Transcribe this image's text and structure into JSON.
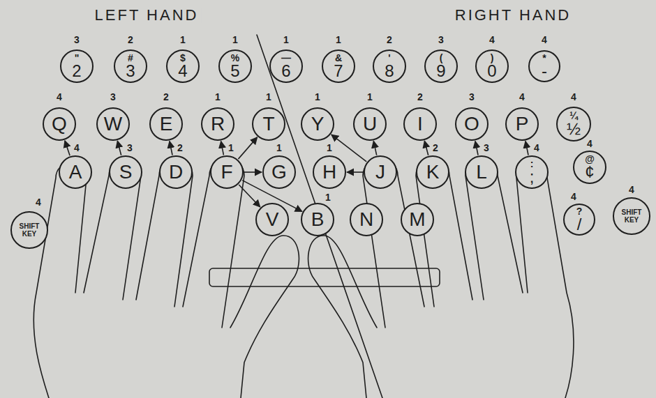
{
  "diagram": {
    "nodes": [
      {
        "text": [
          "\"",
          "2"
        ]
      },
      {
        "text": [
          "#",
          "3"
        ]
      },
      {
        "text": [
          "$",
          "4"
        ]
      },
      {
        "text": [
          "%",
          "5"
        ]
      },
      {
        "text": [
          "—",
          "6"
        ]
      },
      {
        "text": [
          "&",
          "7"
        ]
      },
      {
        "text": [
          "'",
          "8"
        ]
      },
      {
        "text": [
          "(",
          "9"
        ]
      },
      {
        "text": [
          ")",
          "0"
        ]
      },
      {
        "text": [
          "*",
          "-"
        ]
      },
      {
        "text": [
          "Q"
        ]
      },
      {
        "text": [
          "W"
        ]
      },
      {
        "text": [
          "E"
        ]
      },
      {
        "text": [
          "R"
        ]
      },
      {
        "text": [
          "T"
        ]
      },
      {
        "text": [
          "Y"
        ]
      },
      {
        "text": [
          "U"
        ]
      },
      {
        "text": [
          "I"
        ]
      },
      {
        "text": [
          "O"
        ]
      },
      {
        "text": [
          "P"
        ]
      },
      {
        "text": [
          "¼",
          "½"
        ]
      },
      {
        "text": [
          "A"
        ]
      },
      {
        "text": [
          "S"
        ]
      },
      {
        "text": [
          "D"
        ]
      },
      {
        "text": [
          "F"
        ]
      },
      {
        "text": [
          "G"
        ]
      },
      {
        "text": [
          "H"
        ]
      },
      {
        "text": [
          "J"
        ]
      },
      {
        "text": [
          "K"
        ]
      },
      {
        "text": [
          "L"
        ]
      },
      {
        "text": [
          ":",
          ";"
        ]
      },
      {
        "text": [
          "@",
          "¢"
        ]
      },
      {
        "text": [
          "SHIFT KEY"
        ]
      },
      {
        "text": [
          "V"
        ]
      },
      {
        "text": [
          "B"
        ]
      },
      {
        "text": [
          "N"
        ]
      },
      {
        "text": [
          "M"
        ]
      },
      {
        "text": [
          "?",
          "/"
        ]
      },
      {
        "text": [
          "SHIFT KEY"
        ]
      }
    ],
    "edges": [
      {
        "from": 21,
        "to": 10,
        "arrow": "to"
      },
      {
        "from": 22,
        "to": 11,
        "arrow": "to"
      },
      {
        "from": 23,
        "to": 12,
        "arrow": "to"
      },
      {
        "from": 24,
        "to": 13,
        "arrow": "to"
      },
      {
        "from": 24,
        "to": 14,
        "arrow": "to"
      },
      {
        "from": 24,
        "to": 25,
        "arrow": "to"
      },
      {
        "from": 24,
        "to": 33,
        "arrow": "to"
      },
      {
        "from": 24,
        "to": 34,
        "arrow": "to"
      },
      {
        "from": 27,
        "to": 16,
        "arrow": "to"
      },
      {
        "from": 27,
        "to": 15,
        "arrow": "to"
      },
      {
        "from": 27,
        "to": 26,
        "arrow": "to"
      },
      {
        "from": 28,
        "to": 17,
        "arrow": "to"
      },
      {
        "from": 29,
        "to": 18,
        "arrow": "to"
      },
      {
        "from": 30,
        "to": 19,
        "arrow": "to"
      }
    ],
    "labels": [
      "LEFT HAND",
      "RIGHT HAND",
      "3",
      "2",
      "1",
      "1",
      "1",
      "1",
      "2",
      "3",
      "4",
      "4",
      "4",
      "3",
      "2",
      "1",
      "1",
      "1",
      "1",
      "2",
      "3",
      "4",
      "4",
      "4",
      "3",
      "2",
      "1",
      "1",
      "1",
      "2",
      "3",
      "4",
      "4",
      "4",
      "1",
      "4",
      "4"
    ]
  }
}
